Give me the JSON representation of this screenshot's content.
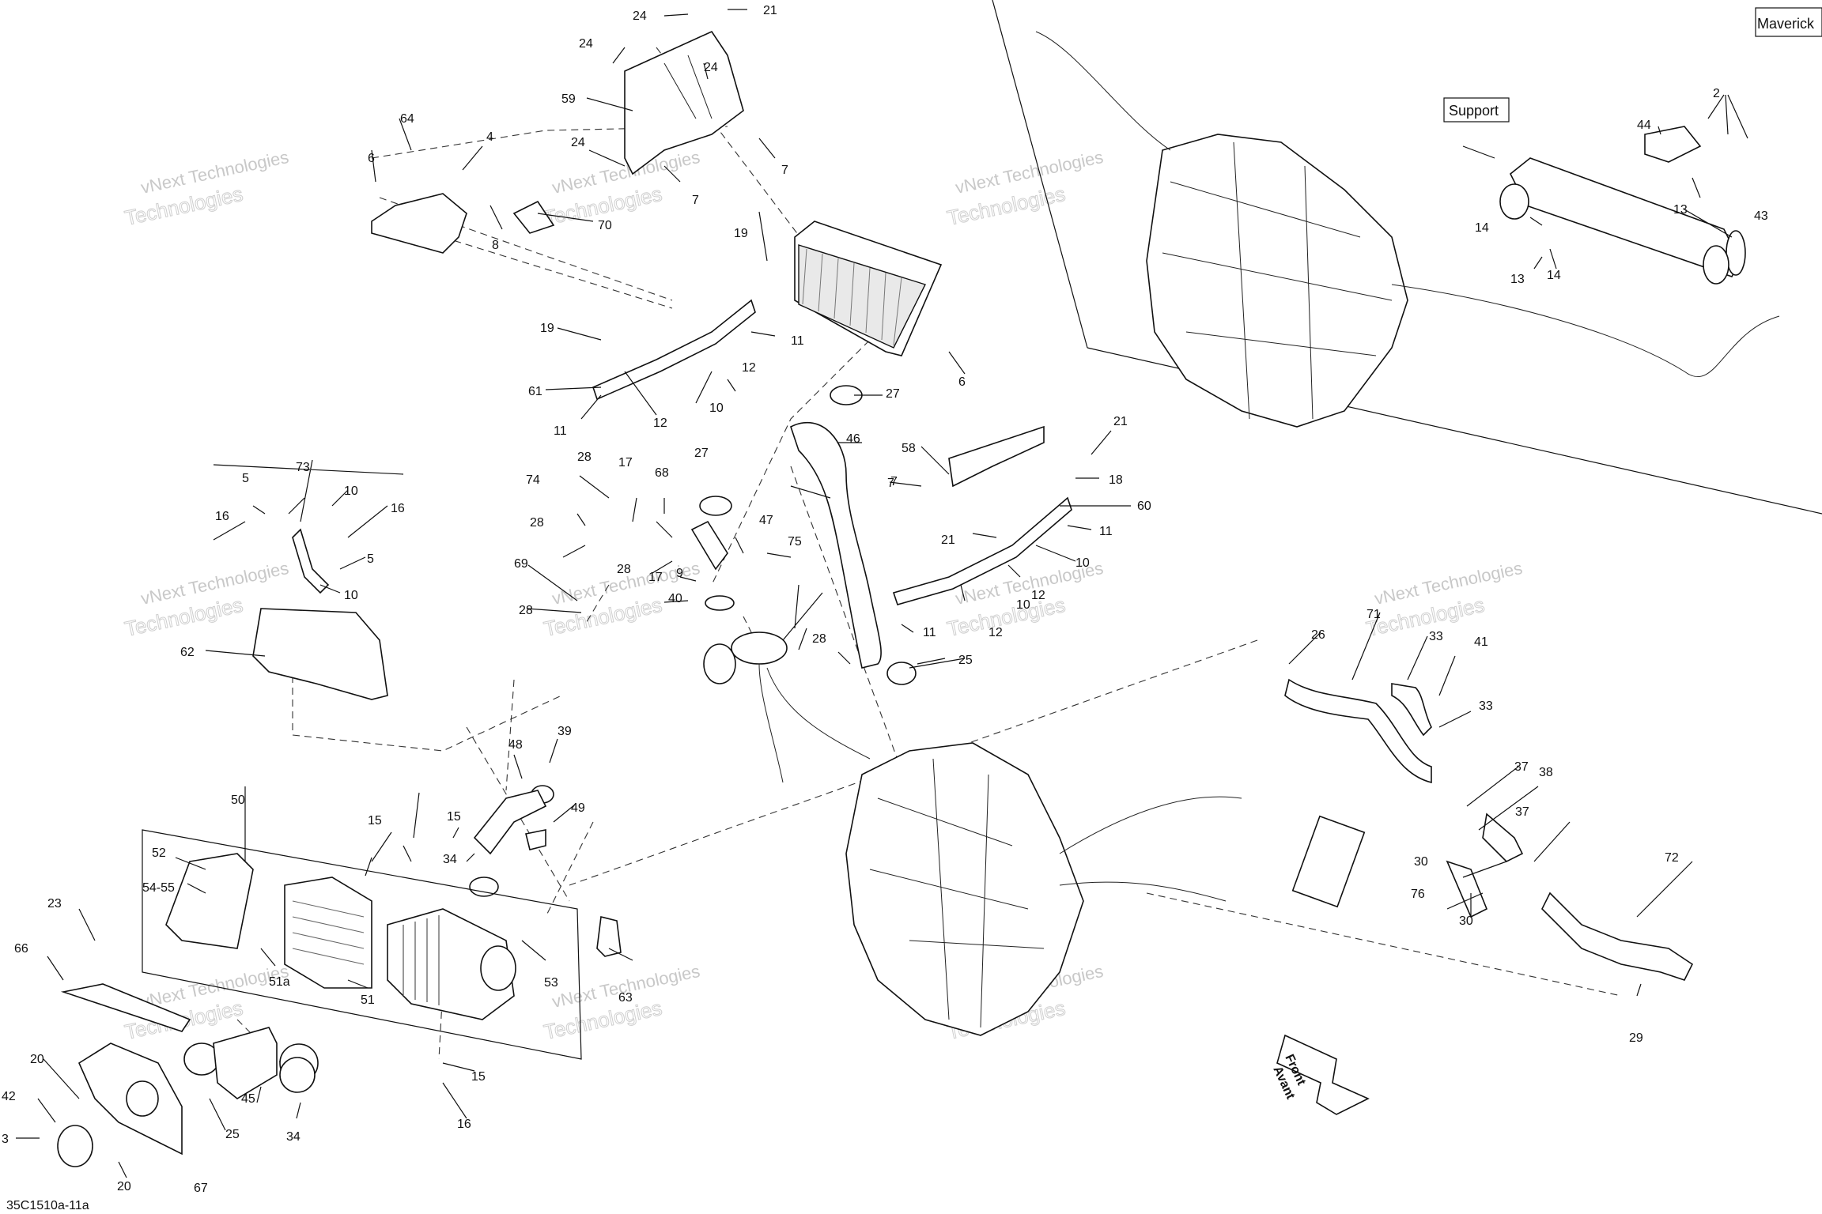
{
  "diagram": {
    "model_label": "Maverick",
    "support_label": "Support",
    "front_label_1": "Front",
    "front_label_2": "Avant",
    "figure_code": "35C1510a-11a",
    "watermark_line_1": "vNext Technologies",
    "watermark_line_2": "Technologies"
  },
  "callouts": [
    "24",
    "21",
    "24",
    "24",
    "59",
    "24",
    "7",
    "7",
    "64",
    "6",
    "4",
    "8",
    "70",
    "19",
    "19",
    "61",
    "11",
    "12",
    "11",
    "12",
    "10",
    "27",
    "6",
    "46",
    "58",
    "7",
    "21",
    "18",
    "60",
    "11",
    "10",
    "12",
    "11",
    "12",
    "21",
    "25",
    "7",
    "10",
    "73",
    "5",
    "16",
    "16",
    "10",
    "5",
    "10",
    "62",
    "74",
    "28",
    "28",
    "69",
    "28",
    "17",
    "68",
    "27",
    "47",
    "9",
    "17",
    "28",
    "40",
    "75",
    "28",
    "50",
    "52",
    "54-55",
    "51a",
    "51",
    "15",
    "15",
    "34",
    "48",
    "39",
    "49",
    "53",
    "63",
    "23",
    "66",
    "20",
    "42",
    "20",
    "45",
    "25",
    "34",
    "67",
    "15",
    "16",
    "26",
    "71",
    "33",
    "41",
    "33",
    "37",
    "38",
    "37",
    "30",
    "76",
    "30",
    "72",
    "29",
    "44",
    "2",
    "13",
    "14",
    "13",
    "14",
    "43",
    "3"
  ]
}
